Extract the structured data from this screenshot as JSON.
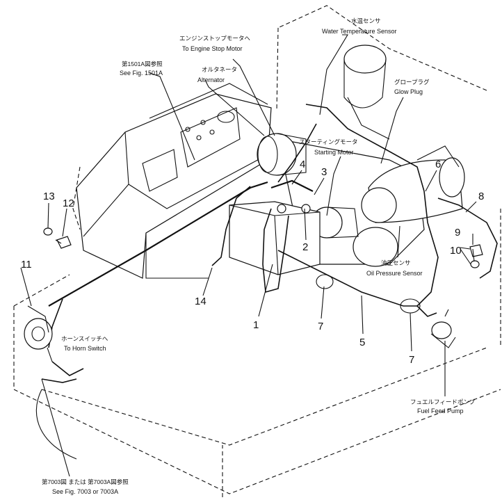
{
  "labels": {
    "water_temp_jp": "水温センサ",
    "water_temp_en": "Water Temperature Sensor",
    "engine_stop_jp": "エンジンストップモータへ",
    "engine_stop_en": "To Engine Stop Motor",
    "alternator_jp": "オルタネータ",
    "alternator_en": "Alternator",
    "fig1501_jp": "第1501A図参照",
    "fig1501_en": "See Fig. 1501A",
    "glow_plug_jp": "グロープラグ",
    "glow_plug_en": "Glow Plug",
    "starting_motor_jp": "スターティングモータ",
    "starting_motor_en": "Starting Motor",
    "oil_pressure_jp": "油圧センサ",
    "oil_pressure_en": "Oil Pressure Sensor",
    "horn_switch_jp": "ホーンスイッチへ",
    "horn_switch_en": "To Horn Switch",
    "fuel_pump_jp": "フュエルフィードポンプ",
    "fuel_pump_en": "Fuel Feed Pump",
    "fig7003_jp": "第7003図 または 第7003A図参照",
    "fig7003_en": "See Fig. 7003 or  7003A"
  },
  "part_numbers": {
    "p1": "1",
    "p2": "2",
    "p3": "3",
    "p4": "4",
    "p5": "5",
    "p6": "6",
    "p7a": "7",
    "p7b": "7",
    "p8": "8",
    "p9": "9",
    "p10": "10",
    "p11": "11",
    "p12": "12",
    "p13": "13",
    "p14": "14"
  }
}
